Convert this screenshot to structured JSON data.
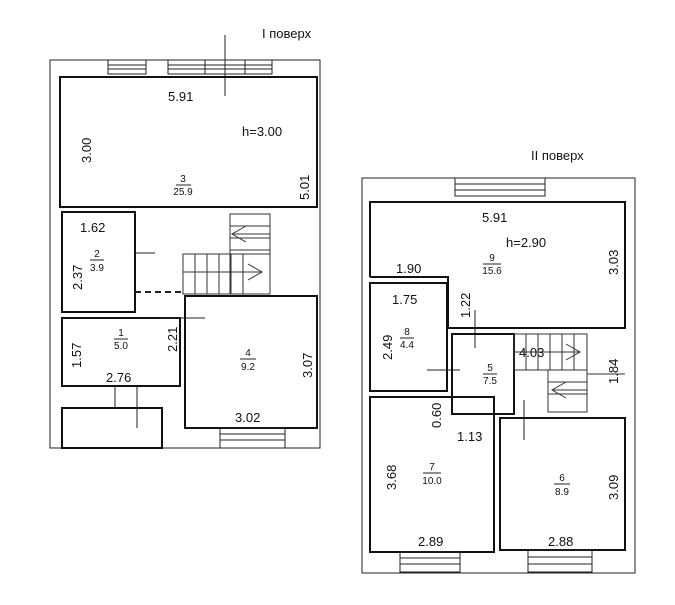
{
  "floors": [
    {
      "title": "I поверх",
      "ceiling": "h=3.00",
      "rooms": [
        {
          "num": "3",
          "area": "25.9",
          "width": "5.91",
          "height": "3.00",
          "side": "5.01"
        },
        {
          "num": "2",
          "area": "3.9",
          "width": "1.62",
          "height": "2.37"
        },
        {
          "num": "1",
          "area": "5.0",
          "width": "2.76",
          "height": "1.57",
          "side": "2.21"
        },
        {
          "num": "4",
          "area": "9.2",
          "width": "3.02",
          "height": "3.07"
        }
      ]
    },
    {
      "title": "II поверх",
      "ceiling": "h=2.90",
      "rooms": [
        {
          "num": "9",
          "area": "15.6",
          "width": "5.91",
          "height": "3.03",
          "side": "1.90"
        },
        {
          "num": "8",
          "area": "4.4",
          "width": "1.75",
          "height": "2.49"
        },
        {
          "num": "5",
          "area": "7.5",
          "width": "1.13",
          "side": "1.22",
          "extra": "0.60"
        },
        {
          "num": "7",
          "area": "10.0",
          "width": "2.89",
          "height": "3.68"
        },
        {
          "num": "6",
          "area": "8.9",
          "width": "2.88",
          "height": "3.09"
        }
      ],
      "stairs": {
        "length": "4.03",
        "width": "1.84"
      }
    }
  ]
}
